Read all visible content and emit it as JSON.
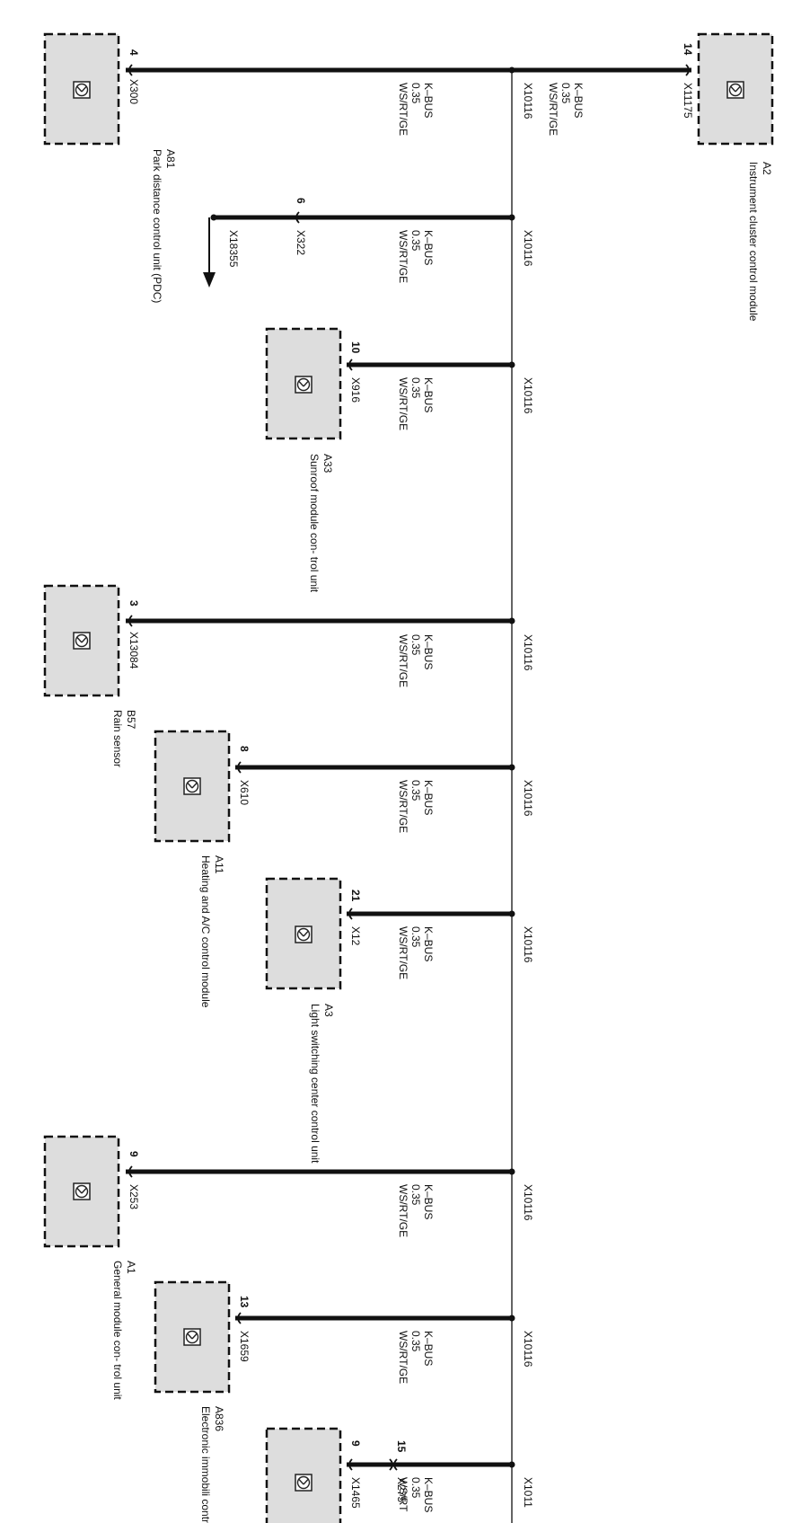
{
  "modules": [
    {
      "id": "A81",
      "name": "Park distance control unit (PDC)",
      "pin": "4",
      "connector": "X300"
    },
    {
      "id": "A2",
      "name": "Instrument cluster control module",
      "pin": "14",
      "connector": "X11175"
    },
    {
      "id": "A33",
      "name": "Sunroof module con- trol unit",
      "pin": "10",
      "connector": "X916"
    },
    {
      "id": "B57",
      "name": "Rain sensor",
      "pin": "3",
      "connector": "X13084"
    },
    {
      "id": "A11",
      "name": "Heating and A/C control module",
      "pin": "8",
      "connector": "X610"
    },
    {
      "id": "A3",
      "name": "Light switching center control unit",
      "pin": "21",
      "connector": "X12"
    },
    {
      "id": "A1",
      "name": "General module con- trol unit",
      "pin": "9",
      "connector": "X253"
    },
    {
      "id": "A836",
      "name": "Electronic immobili control unit",
      "pin": "13",
      "connector": "X1659"
    },
    {
      "id": "",
      "name": "",
      "pin": "9",
      "connector": "X1465"
    }
  ],
  "wire": {
    "signal": "K–BUS",
    "gauge": "0.35",
    "color": "WS/RT/GE"
  },
  "splice": "X10116",
  "partial_splice": "X1011",
  "partial_wire_color": "WS/RT",
  "branch": {
    "pin": "6",
    "connector": "X322",
    "continuation": "X18355"
  },
  "inline_connector": {
    "pin": "15",
    "connector": "X275"
  }
}
